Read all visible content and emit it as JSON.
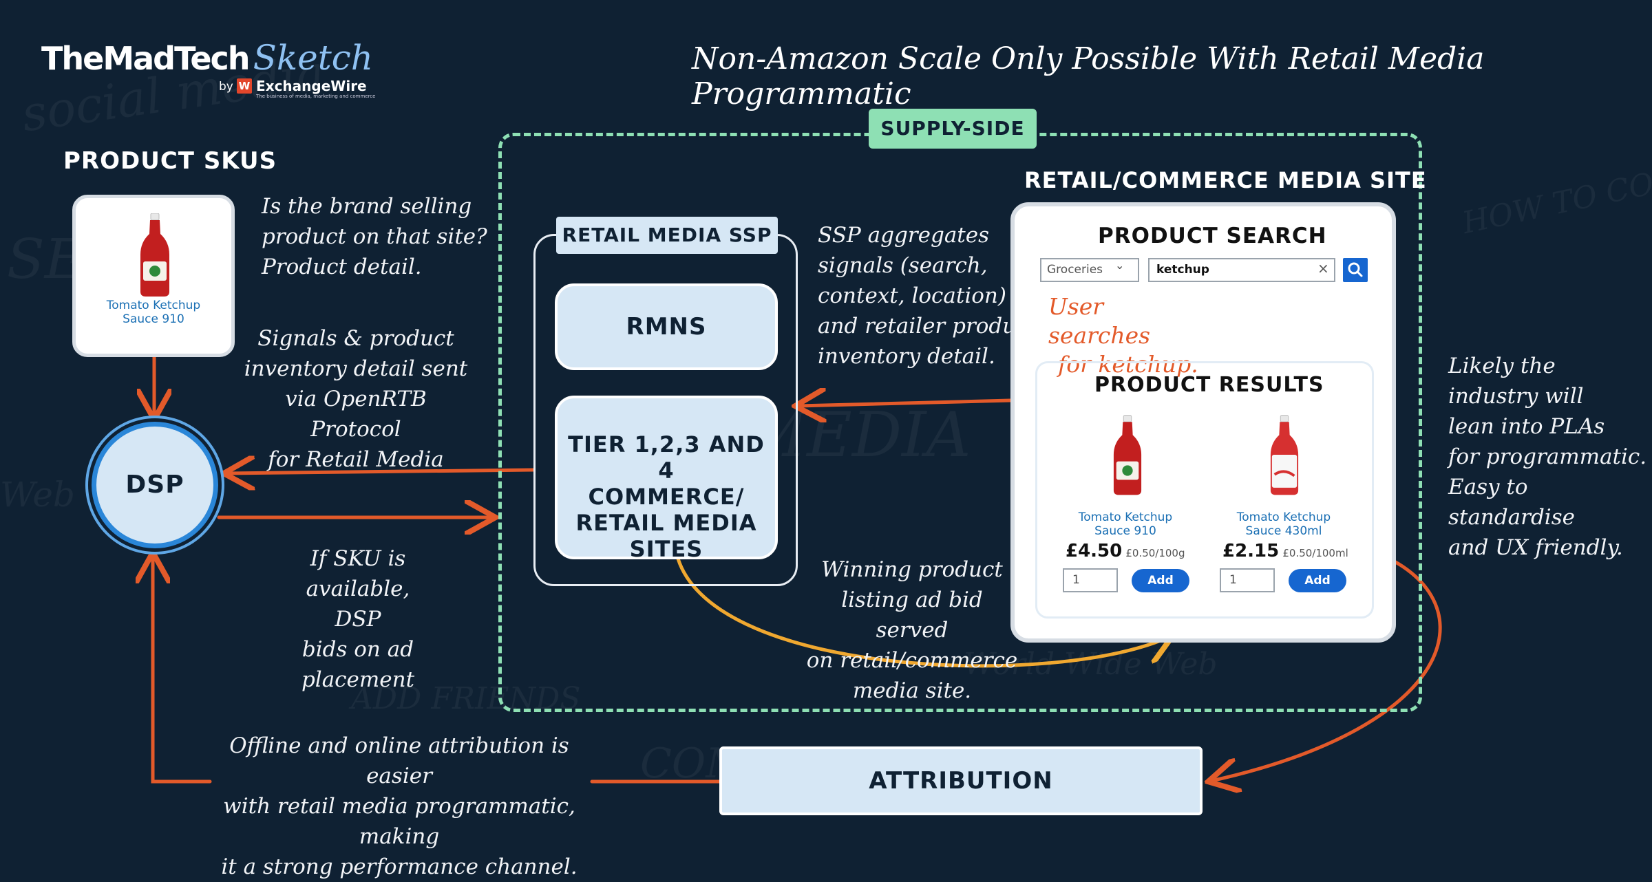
{
  "logo": {
    "brand_main": "TheMadTech",
    "brand_script": "Sketch",
    "by": "by",
    "badge": "W",
    "partner": "ExchangeWire",
    "partner_tagline": "The business of media, marketing and commerce"
  },
  "title": "Non-Amazon Scale Only Possible With Retail Media Programmatic",
  "supply_side_label": "SUPPLY-SIDE",
  "product_skus": {
    "heading": "PRODUCT SKUS",
    "product_name": "Tomato Ketchup",
    "product_size": "Sauce 910"
  },
  "dsp_label": "DSP",
  "ssp": {
    "label": "RETAIL MEDIA SSP",
    "rmns": "RMNS",
    "tier": [
      "TIER 1,2,3 AND 4",
      "COMMERCE/",
      "RETAIL MEDIA",
      "SITES"
    ]
  },
  "notes": {
    "brand_question": [
      "Is the brand selling",
      "product on that site?",
      "Product detail."
    ],
    "signals_sent": [
      "Signals & product",
      "inventory detail sent",
      "via OpenRTB Protocol",
      "for Retail Media"
    ],
    "sku_bids": [
      "If SKU is",
      "available, DSP",
      "bids on ad",
      "placement"
    ],
    "ssp_aggregates": [
      "SSP aggregates",
      "signals (search,",
      "context, location)",
      "and retailer product",
      "inventory detail."
    ],
    "winning_listing": [
      "Winning product",
      "listing ad bid served",
      "on retail/commerce",
      "media site."
    ],
    "plas": [
      "Likely the",
      "industry will",
      "lean into PLAs",
      "for programmatic.",
      "Easy to standardise",
      "and UX friendly."
    ],
    "attribution_note": [
      "Offline and online attribution is easier",
      "with retail media programmatic, making",
      "it a strong performance channel."
    ]
  },
  "site": {
    "heading": "RETAIL/COMMERCE MEDIA SITE",
    "search_heading": "PRODUCT SEARCH",
    "category": "Groceries",
    "query": "ketchup",
    "clear_glyph": "×",
    "user_note": [
      "User searches",
      "for ketchup."
    ],
    "results_heading": "PRODUCT RESULTS",
    "products": [
      {
        "name": "Tomato Ketchup",
        "size": "Sauce 910",
        "price": "£4.50",
        "unit": "£0.50/100g",
        "qty": "1",
        "add": "Add"
      },
      {
        "name": "Tomato Ketchup",
        "size": "Sauce 430ml",
        "price": "£2.15",
        "unit": "£0.50/100ml",
        "qty": "1",
        "add": "Add"
      }
    ]
  },
  "attribution_label": "ATTRIBUTION",
  "colors": {
    "background": "#0f2133",
    "box_fill": "#d6e7f5",
    "supply_green": "#8ee0b4",
    "arrow_orange": "#e35a2a",
    "arrow_yellow": "#f0a830",
    "button_blue": "#1666d0",
    "dsp_ring": "#2a86d8"
  }
}
